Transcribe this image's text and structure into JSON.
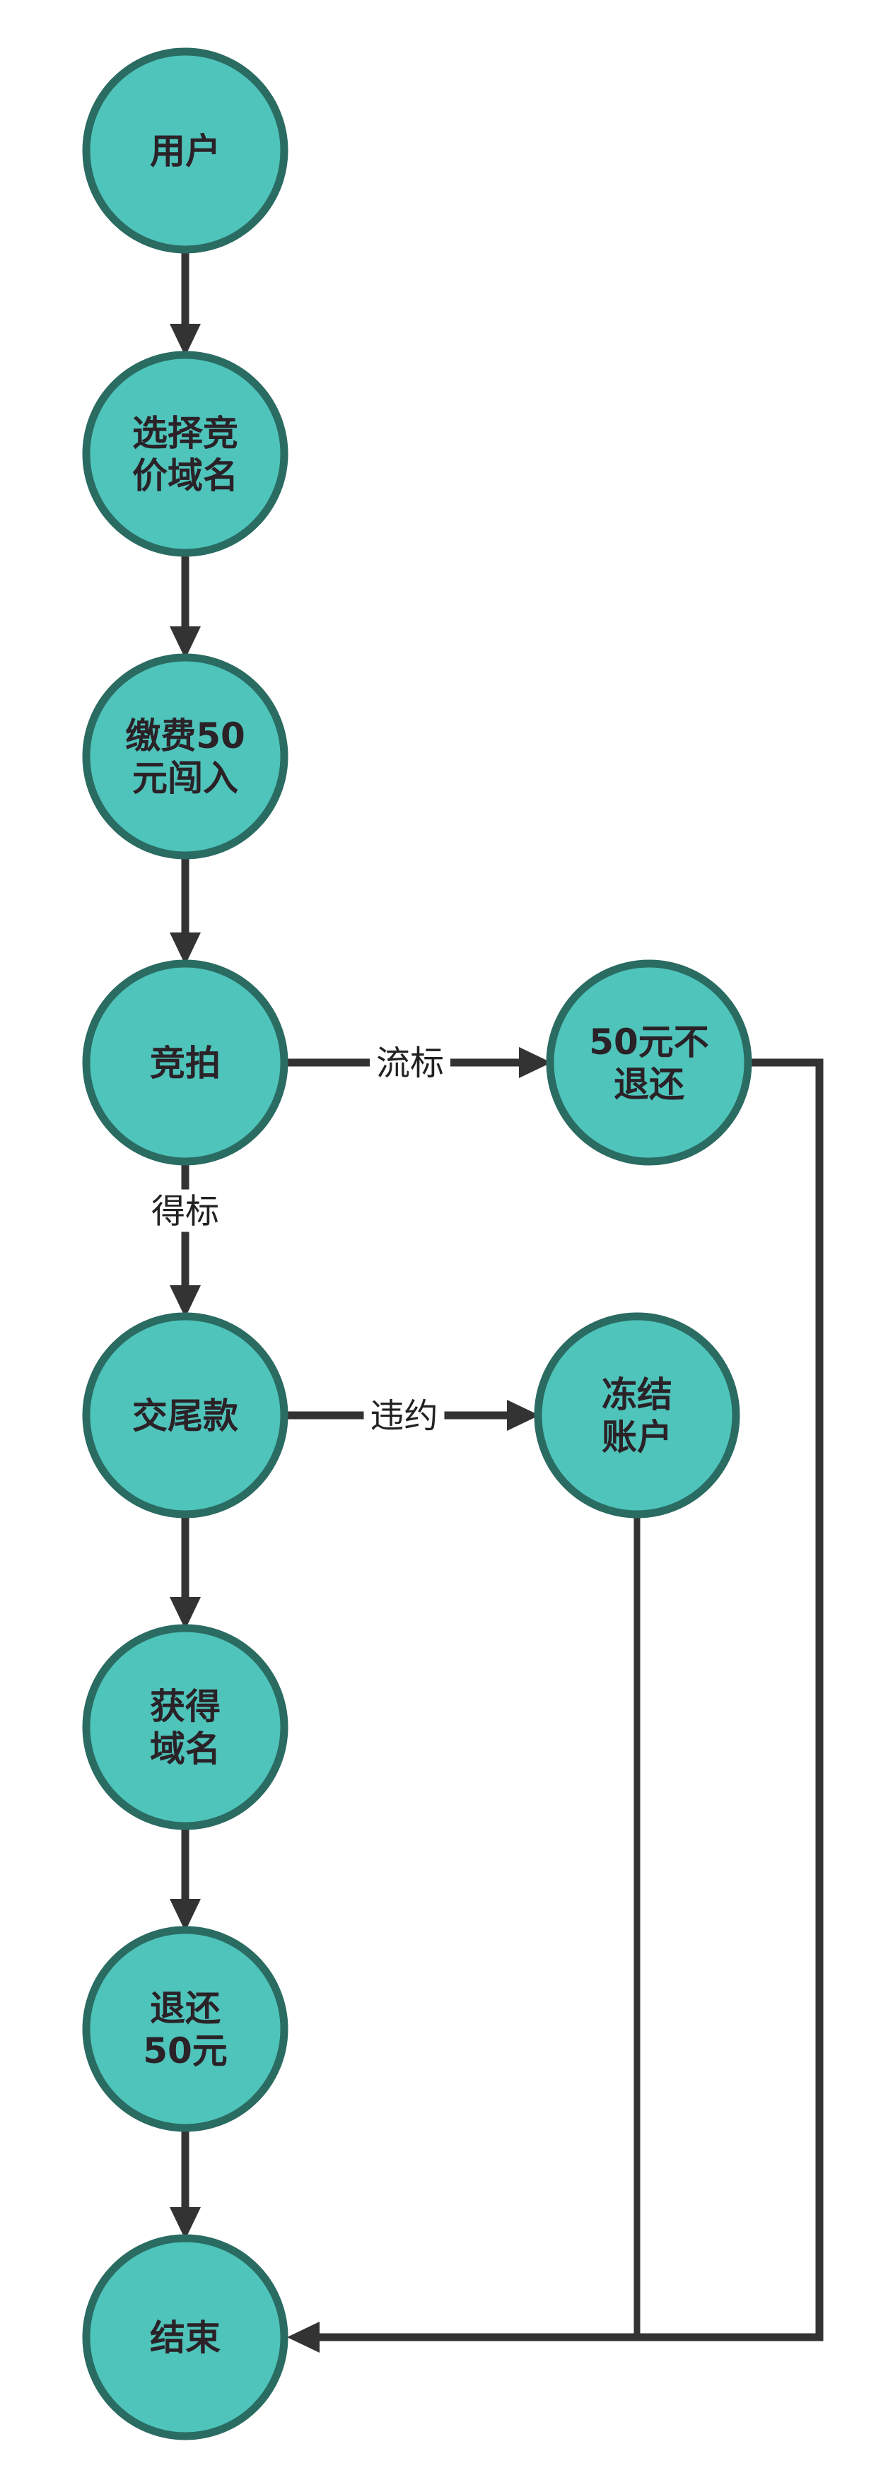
{
  "diagram": {
    "type": "flowchart",
    "colors": {
      "node_fill": "#4fc4bb",
      "node_stroke": "#2a6b62",
      "node_text": "#2a2227",
      "edge": "#333333",
      "background": "#ffffff"
    },
    "nodes": [
      {
        "id": "user",
        "lines": [
          "用户"
        ]
      },
      {
        "id": "select_domain",
        "lines": [
          "选择竞",
          "价域名"
        ]
      },
      {
        "id": "pay_entry",
        "lines": [
          "缴费50",
          "元闯入"
        ]
      },
      {
        "id": "auction",
        "lines": [
          "竞拍"
        ]
      },
      {
        "id": "pay_balance",
        "lines": [
          "交尾款"
        ]
      },
      {
        "id": "get_domain",
        "lines": [
          "获得",
          "域名"
        ]
      },
      {
        "id": "refund",
        "lines": [
          "退还",
          "50元"
        ]
      },
      {
        "id": "end",
        "lines": [
          "结束"
        ]
      },
      {
        "id": "no_refund",
        "lines": [
          "50元不",
          "退还"
        ]
      },
      {
        "id": "freeze_account",
        "lines": [
          "冻结",
          "账户"
        ]
      }
    ],
    "edges": [
      {
        "from": "user",
        "to": "select_domain",
        "label": ""
      },
      {
        "from": "select_domain",
        "to": "pay_entry",
        "label": ""
      },
      {
        "from": "pay_entry",
        "to": "auction",
        "label": ""
      },
      {
        "from": "auction",
        "to": "no_refund",
        "label": "流标"
      },
      {
        "from": "auction",
        "to": "pay_balance",
        "label": "得标"
      },
      {
        "from": "pay_balance",
        "to": "freeze_account",
        "label": "违约"
      },
      {
        "from": "pay_balance",
        "to": "get_domain",
        "label": ""
      },
      {
        "from": "get_domain",
        "to": "refund",
        "label": ""
      },
      {
        "from": "refund",
        "to": "end",
        "label": ""
      },
      {
        "from": "no_refund",
        "to": "end",
        "label": ""
      },
      {
        "from": "freeze_account",
        "to": "end",
        "label": ""
      }
    ]
  }
}
